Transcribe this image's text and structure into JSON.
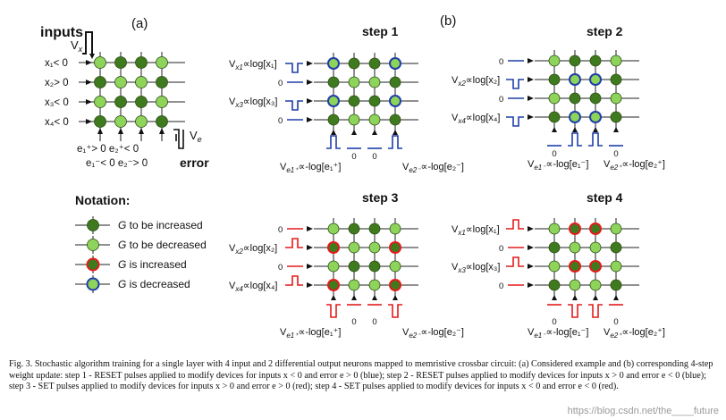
{
  "panel_a": {
    "label": "(a)",
    "inputs_label": "inputs",
    "vx_label": "V",
    "vx_sub": "x",
    "ve_label": "V",
    "ve_sub": "e",
    "rows": [
      "x₁< 0",
      "x₂> 0",
      "x₃< 0",
      "x₄< 0"
    ],
    "err1": "e₁⁺> 0   e₂⁺< 0",
    "err2": "e₁⁻< 0   e₂⁻> 0",
    "error_label": "error"
  },
  "panel_b": {
    "label": "(b)"
  },
  "steps": [
    {
      "title": "step 1",
      "left": [
        "V_x1∝log[x₁]",
        "0",
        "V_x3∝log[x₃]",
        "0"
      ],
      "bottom": [
        "V_e1⁺∝-log[e₁⁺]",
        "0",
        "0",
        "V_e2⁻∝-log[e₂⁻]"
      ]
    },
    {
      "title": "step 2",
      "left": [
        "0",
        "V_x2∝log[x₂]",
        "0",
        "V_x4∝log[x₄]"
      ],
      "bottom": [
        "0",
        "V_e1⁻∝-log[e₁⁻]",
        "V_e2⁺∝-log[e₂⁺]",
        "0"
      ]
    },
    {
      "title": "step 3",
      "left": [
        "0",
        "V_x2∝log[x₂]",
        "0",
        "V_x4∝log[x₄]"
      ],
      "bottom": [
        "V_e1⁺∝-log[e₁⁺]",
        "0",
        "0",
        "V_e2⁻∝-log[e₂⁻]"
      ]
    },
    {
      "title": "step 4",
      "left": [
        "V_x1∝log[x₁]",
        "0",
        "V_x3∝log[x₃]",
        "0"
      ],
      "bottom": [
        "0",
        "V_e1⁻∝-log[e₁⁻]",
        "V_e2⁺∝-log[e₂⁺]",
        "0"
      ]
    }
  ],
  "notation": {
    "title": "Notation:",
    "items": [
      "G to be increased",
      "G to be decreased",
      "G is increased",
      "G is decreased"
    ]
  },
  "colors": {
    "dark": "#3f7a1e",
    "light": "#8ed35a",
    "red": "#e41b1b",
    "blue": "#1f3fa8",
    "line": "#222222",
    "pulse_blue": "#1f3fa8",
    "pulse_red": "#e41b1b"
  },
  "caption": "Fig. 3.   Stochastic algorithm training for a single layer with 4 input and 2 differential output neurons mapped to memristive crossbar circuit: (a) Considered example and (b) corresponding 4-step weight update: step 1 - RESET pulses applied to modify devices for inputs x < 0 and error e > 0 (blue); step 2 - RESET pulses applied to modify devices for inputs x > 0 and error e < 0 (blue); step 3 - SET pulses applied to modify devices for inputs x > 0 and error e > 0 (red); step 4 - SET pulses applied to modify devices for inputs x < 0 and error e < 0 (red).",
  "watermark": "https://blog.csdn.net/the____future"
}
